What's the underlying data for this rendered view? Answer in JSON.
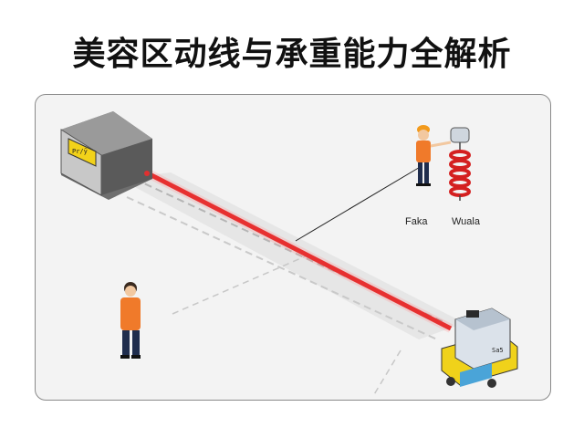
{
  "title": "美容区动线与承重能力全解析",
  "labels": {
    "worker_label": "Faka",
    "coil_label": "Wuala"
  },
  "panel_text": {
    "box_sign": "Pr/ȳ",
    "cart_sign": "Sa5"
  },
  "colors": {
    "beam": "#e01010",
    "vest": "#f07a2a",
    "hardhat": "#f29a1c",
    "cart_yellow": "#f0d21a",
    "coil": "#d42020",
    "title": "#111111"
  },
  "icons": [
    "control-box-icon",
    "worker-icon",
    "hook-coil-icon",
    "cart-machine-icon",
    "laser-beam-icon"
  ]
}
